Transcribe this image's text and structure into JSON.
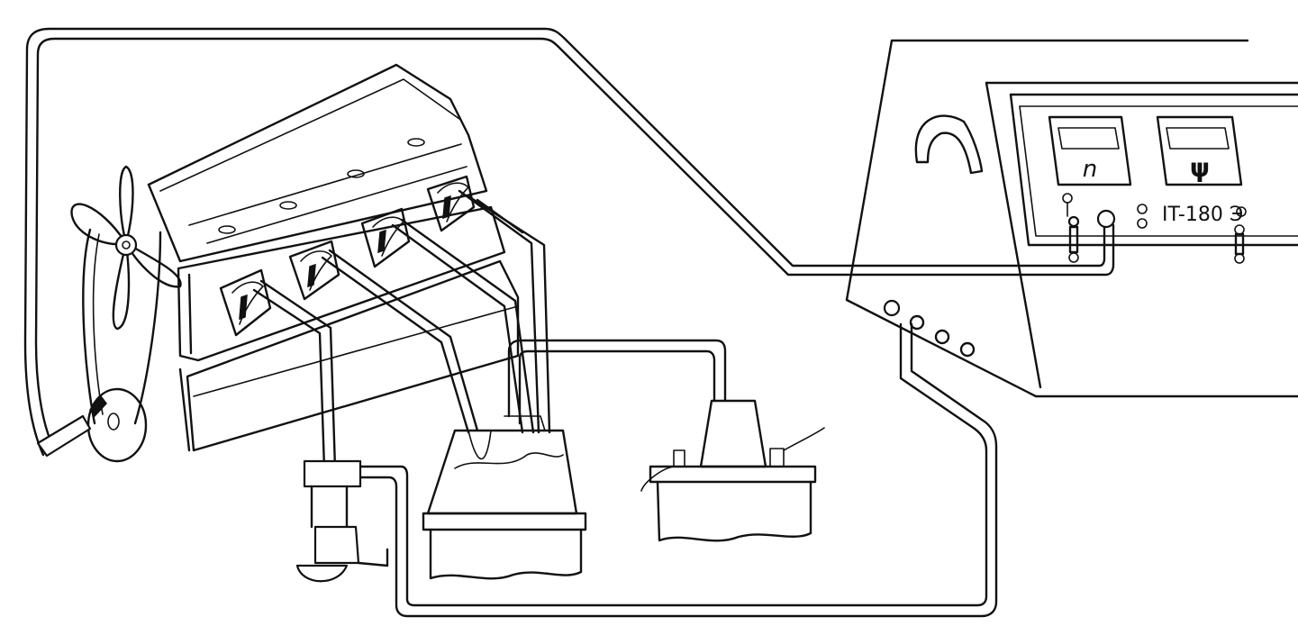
{
  "labels": {
    "meter_left": "n",
    "meter_right": "ψ",
    "device_name": "IT-180 Э"
  }
}
